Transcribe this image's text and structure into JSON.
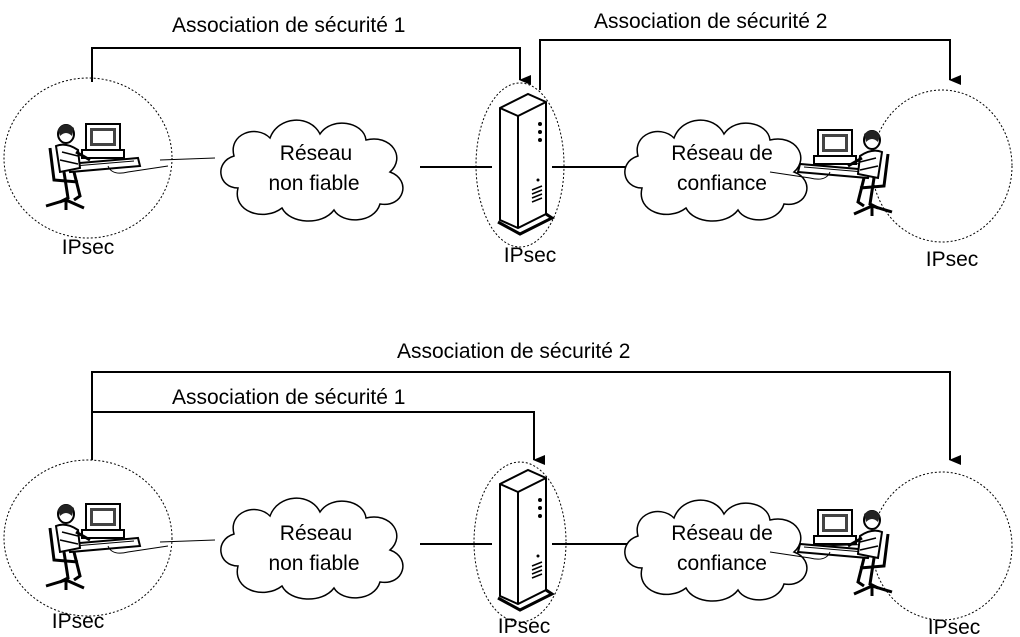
{
  "colors": {
    "line": "#000000",
    "background": "#ffffff"
  },
  "diagrams": [
    {
      "associations": [
        {
          "label": "Association de sécurité 1"
        },
        {
          "label": "Association de sécurité 2"
        }
      ],
      "networks": [
        {
          "line1": "Réseau",
          "line2": "non fiable"
        },
        {
          "line1": "Réseau de",
          "line2": "confiance"
        }
      ],
      "nodes": [
        {
          "label": "IPsec",
          "icon": "workstation-user-icon"
        },
        {
          "label": "IPsec",
          "icon": "ipsec-gateway-icon"
        },
        {
          "label": "IPsec",
          "icon": "workstation-user-icon"
        }
      ]
    },
    {
      "associations": [
        {
          "label": "Association de sécurité 1"
        },
        {
          "label": "Association de sécurité 2"
        }
      ],
      "networks": [
        {
          "line1": "Réseau",
          "line2": "non fiable"
        },
        {
          "line1": "Réseau de",
          "line2": "confiance"
        }
      ],
      "nodes": [
        {
          "label": "IPsec",
          "icon": "workstation-user-icon"
        },
        {
          "label": "IPsec",
          "icon": "ipsec-gateway-icon"
        },
        {
          "label": "IPsec",
          "icon": "workstation-user-icon"
        }
      ]
    }
  ]
}
